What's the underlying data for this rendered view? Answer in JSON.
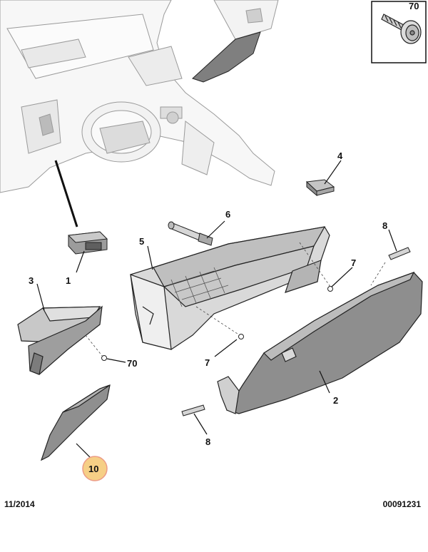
{
  "callouts": {
    "c1": "1",
    "c2": "2",
    "c3": "3",
    "c4": "4",
    "c5": "5",
    "c6": "6",
    "c7a": "7",
    "c7b": "7",
    "c8a": "8",
    "c8b": "8",
    "c70a": "70",
    "c70b": "70",
    "c10": "10"
  },
  "footer": {
    "date": "11/2014",
    "ref": "00091231"
  },
  "colors": {
    "line": "#222222",
    "part_dark": "#8d8d8d",
    "part_mid": "#b9b9b9",
    "part_light": "#e2e2e2",
    "highlight": "#f6cf86"
  }
}
